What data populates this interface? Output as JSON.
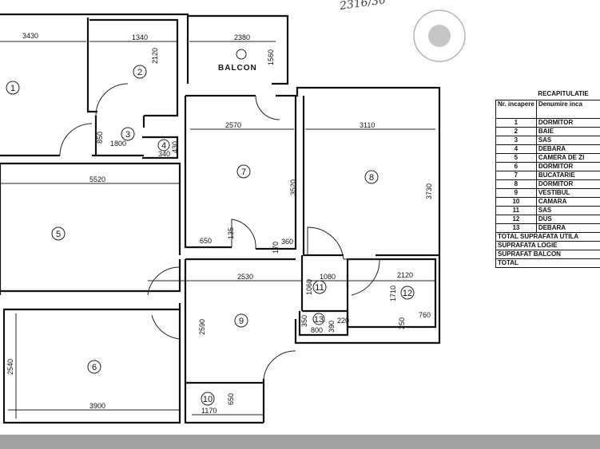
{
  "plan": {
    "balcony_label": "BALCON",
    "handwritten_note": "2316/30",
    "rooms": [
      "1",
      "2",
      "3",
      "4",
      "5",
      "6",
      "7",
      "8",
      "9",
      "10",
      "11",
      "12",
      "13"
    ],
    "dimensions": [
      "3430",
      "1340",
      "2380",
      "2120",
      "1560",
      "850",
      "1800",
      "340",
      "430",
      "2570",
      "3110",
      "3520",
      "3730",
      "5520",
      "650",
      "135",
      "170",
      "360",
      "2530",
      "1080",
      "1060",
      "2120",
      "1710",
      "2590",
      "350",
      "800",
      "390",
      "220",
      "250",
      "760",
      "2540",
      "3900",
      "1170",
      "650"
    ]
  },
  "recap": {
    "title": "RECAPITULATIE",
    "col_nr": "Nr. incapere",
    "col_name": "Denumire inca",
    "rows": [
      {
        "nr": "1",
        "name": "DORMITOR"
      },
      {
        "nr": "2",
        "name": "BAIE"
      },
      {
        "nr": "3",
        "name": "SAS"
      },
      {
        "nr": "4",
        "name": "DEBARA"
      },
      {
        "nr": "5",
        "name": "CAMERA DE ZI"
      },
      {
        "nr": "6",
        "name": "DORMITOR"
      },
      {
        "nr": "7",
        "name": "BUCATARIE"
      },
      {
        "nr": "8",
        "name": "DORMITOR"
      },
      {
        "nr": "9",
        "name": "VESTIBUL"
      },
      {
        "nr": "10",
        "name": "CAMARA"
      },
      {
        "nr": "11",
        "name": "SAS"
      },
      {
        "nr": "12",
        "name": "DUS"
      },
      {
        "nr": "13",
        "name": "DEBARA"
      }
    ],
    "totals": [
      "TOTAL SUPRAFATA UTILA",
      "SUPRAFATA LOGIE",
      "SUPRAFAT BALCON",
      "TOTAL"
    ]
  }
}
